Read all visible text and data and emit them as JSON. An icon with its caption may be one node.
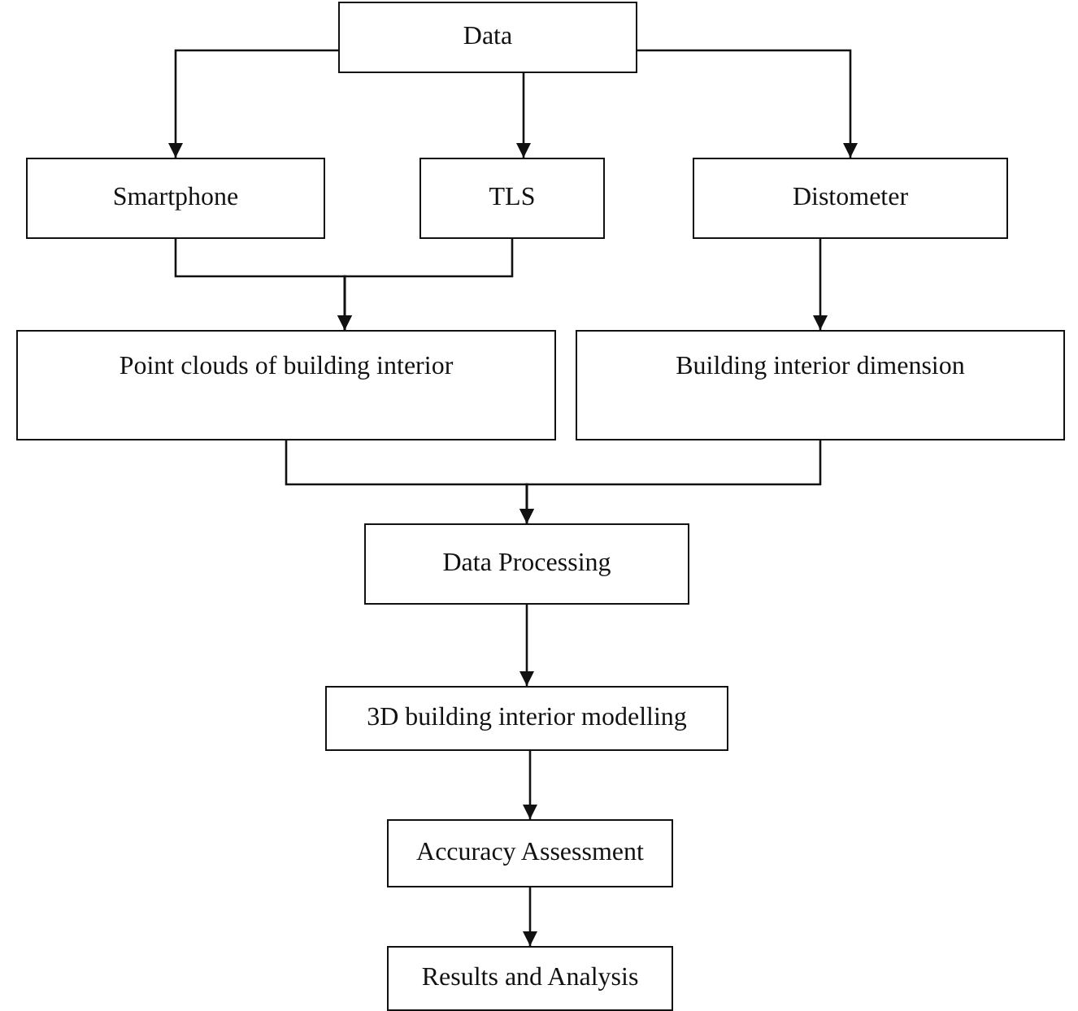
{
  "diagram": {
    "nodes": [
      {
        "text": [
          "Data"
        ]
      },
      {
        "text": [
          "Smartphone"
        ]
      },
      {
        "text": [
          "TLS"
        ]
      },
      {
        "text": [
          "Distometer"
        ]
      },
      {
        "text": [
          "Point clouds of building interior"
        ]
      },
      {
        "text": [
          "Building interior dimension"
        ]
      },
      {
        "text": [
          "Data Processing"
        ]
      },
      {
        "text": [
          "3D building interior modelling"
        ]
      },
      {
        "text": [
          "Accuracy Assessment"
        ]
      },
      {
        "text": [
          "Results and Analysis"
        ]
      }
    ],
    "edges": [
      {
        "from": 0,
        "to": 1,
        "arrow": "to"
      },
      {
        "from": 0,
        "to": 2,
        "arrow": "to"
      },
      {
        "from": 0,
        "to": 3,
        "arrow": "to"
      },
      {
        "from": 1,
        "to": 4,
        "arrow": "to"
      },
      {
        "from": 2,
        "to": 4,
        "arrow": "to"
      },
      {
        "from": 3,
        "to": 5,
        "arrow": "to"
      },
      {
        "from": 4,
        "to": 6,
        "arrow": "to"
      },
      {
        "from": 5,
        "to": 6,
        "arrow": "to"
      },
      {
        "from": 6,
        "to": 7,
        "arrow": "to"
      },
      {
        "from": 7,
        "to": 8,
        "arrow": "to"
      },
      {
        "from": 8,
        "to": 9,
        "arrow": "to"
      }
    ]
  }
}
